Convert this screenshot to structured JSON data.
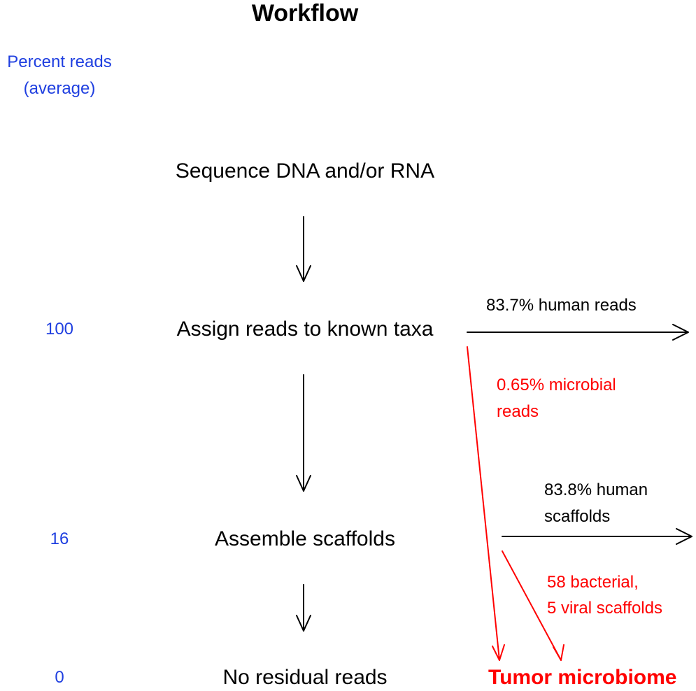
{
  "title": "Workflow",
  "percent_header": {
    "line1": "Percent reads",
    "line2": "(average)"
  },
  "steps": [
    {
      "label": "Sequence DNA and/or RNA",
      "percent": ""
    },
    {
      "label": "Assign reads to known taxa",
      "percent": "100"
    },
    {
      "label": "Assemble scaffolds",
      "percent": "16"
    },
    {
      "label": "No residual reads",
      "percent": "0"
    }
  ],
  "branches": {
    "human_reads": "83.7% human reads",
    "microbial_reads_line1": "0.65% microbial",
    "microbial_reads_line2": "reads",
    "human_scaffolds_line1": "83.8% human",
    "human_scaffolds_line2": "scaffolds",
    "microbial_scaffolds_line1": "58 bacterial,",
    "microbial_scaffolds_line2": "5 viral scaffolds"
  },
  "outcome": "Tumor microbiome",
  "colors": {
    "percent_text": "#1f3fe0",
    "microbial": "#ff0000",
    "main": "#000000"
  }
}
